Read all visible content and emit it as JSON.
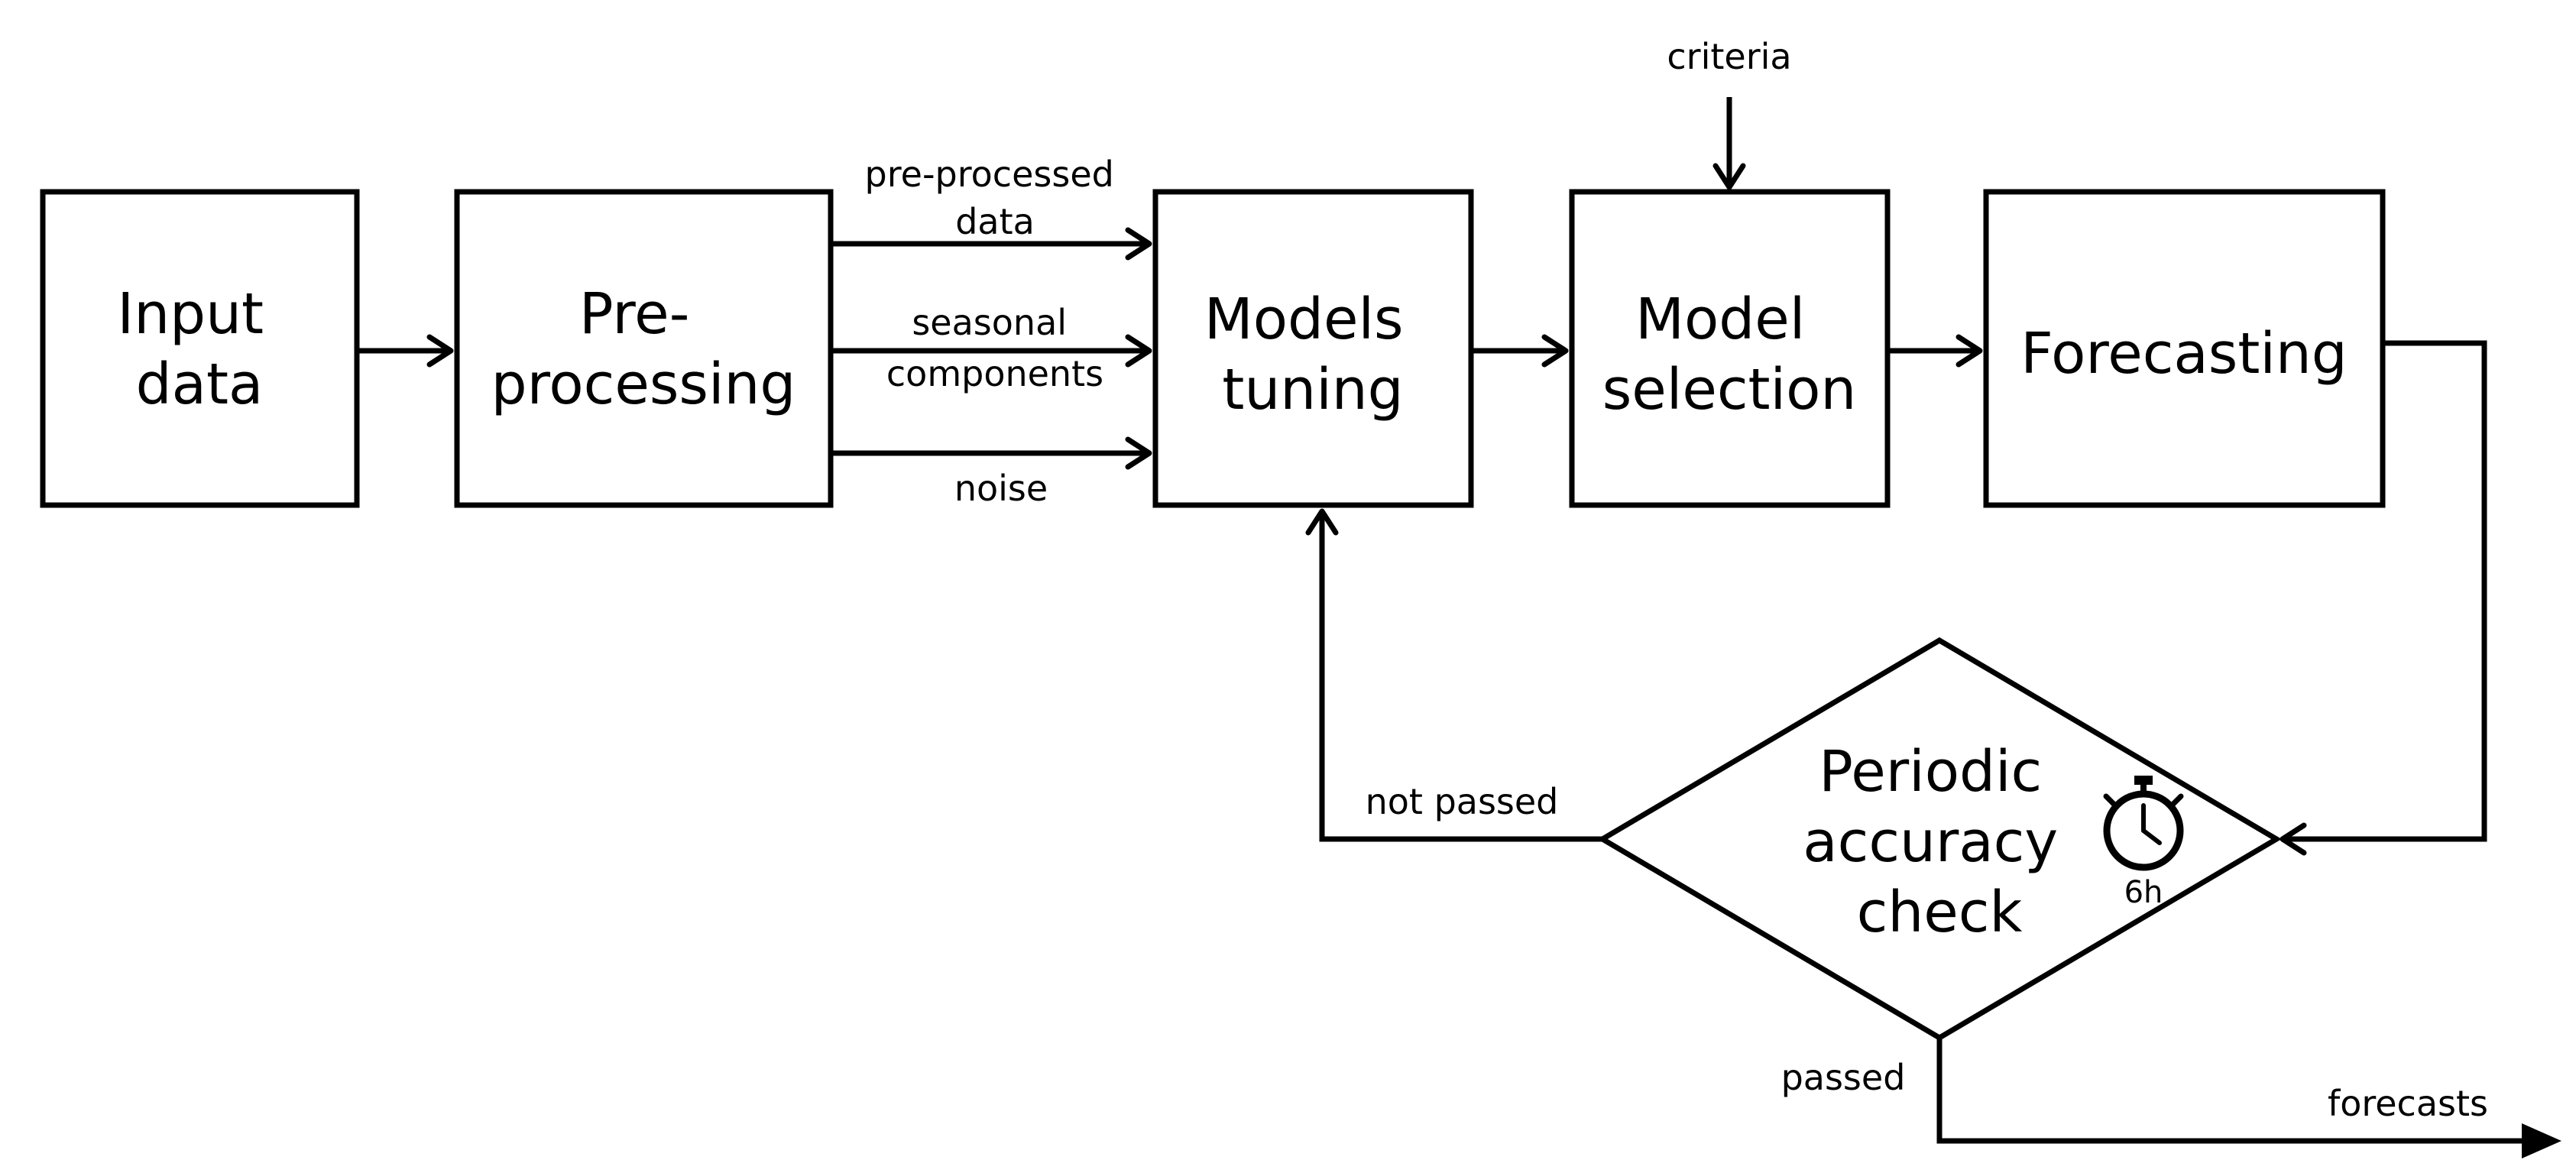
{
  "nodes": {
    "input_data": [
      "Input",
      "data"
    ],
    "pre_processing": [
      "Pre-",
      "processing"
    ],
    "models_tuning": [
      "Models",
      "tuning"
    ],
    "model_selection": [
      "Model",
      "selection"
    ],
    "forecasting": [
      "Forecasting"
    ],
    "accuracy_check": [
      "Periodic",
      "accuracy",
      "check"
    ]
  },
  "edges": {
    "pre_processed_data": [
      "pre-processed",
      "data"
    ],
    "seasonal_components": [
      "seasonal",
      "components"
    ],
    "noise": "noise",
    "criteria": "criteria",
    "not_passed": "not passed",
    "passed": "passed",
    "forecasts": "forecasts"
  },
  "timer": {
    "icon": "stopwatch-icon",
    "label": "6h"
  }
}
